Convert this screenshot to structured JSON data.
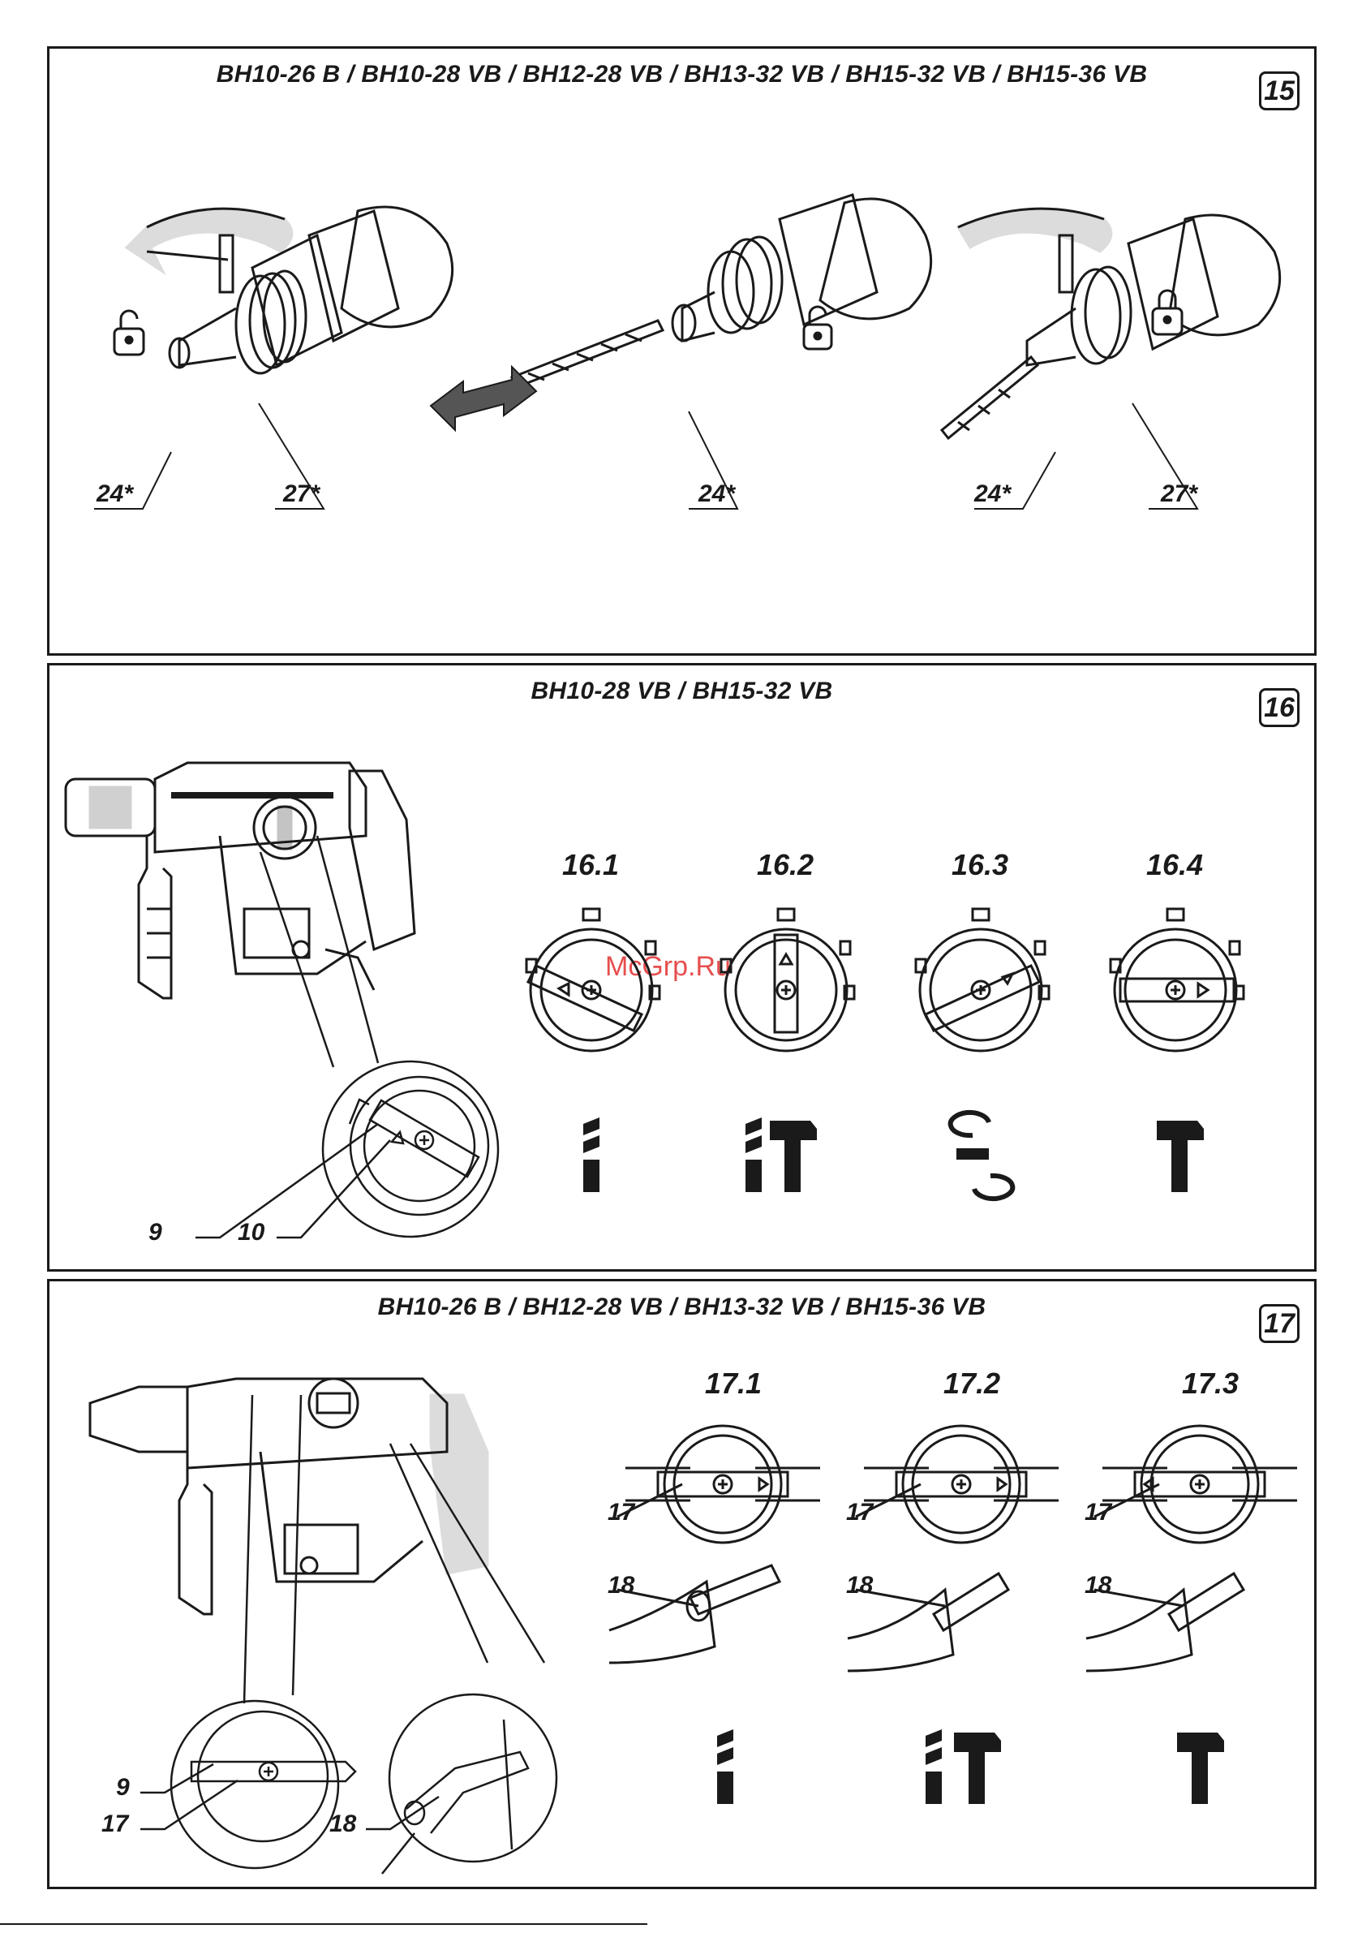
{
  "panel15": {
    "title": "BH10-26 B / BH10-28 VB / BH12-28 VB / BH13-32 VB / BH15-32 VB / BH15-36 VB",
    "number": "15",
    "labels": [
      "24*",
      "27*",
      "24*",
      "24*",
      "27*"
    ]
  },
  "panel16": {
    "title": "BH10-28 VB / BH15-32 VB",
    "number": "16",
    "subfigures": [
      "16.1",
      "16.2",
      "16.3",
      "16.4"
    ],
    "callouts": [
      "9",
      "10"
    ]
  },
  "panel17": {
    "title": "BH10-26 B / BH12-28 VB / BH13-32 VB / BH15-36 VB",
    "number": "17",
    "subfigures": [
      "17.1",
      "17.2",
      "17.3"
    ],
    "callouts": [
      "17",
      "18",
      "17",
      "18",
      "17",
      "18",
      "9",
      "17",
      "18"
    ]
  },
  "watermark": "McGrp.Ru",
  "icons": [
    "unlock-icon",
    "lock-icon",
    "drill-bit-icon",
    "hammer-icon",
    "rotate-icon",
    "arrow-icon"
  ]
}
